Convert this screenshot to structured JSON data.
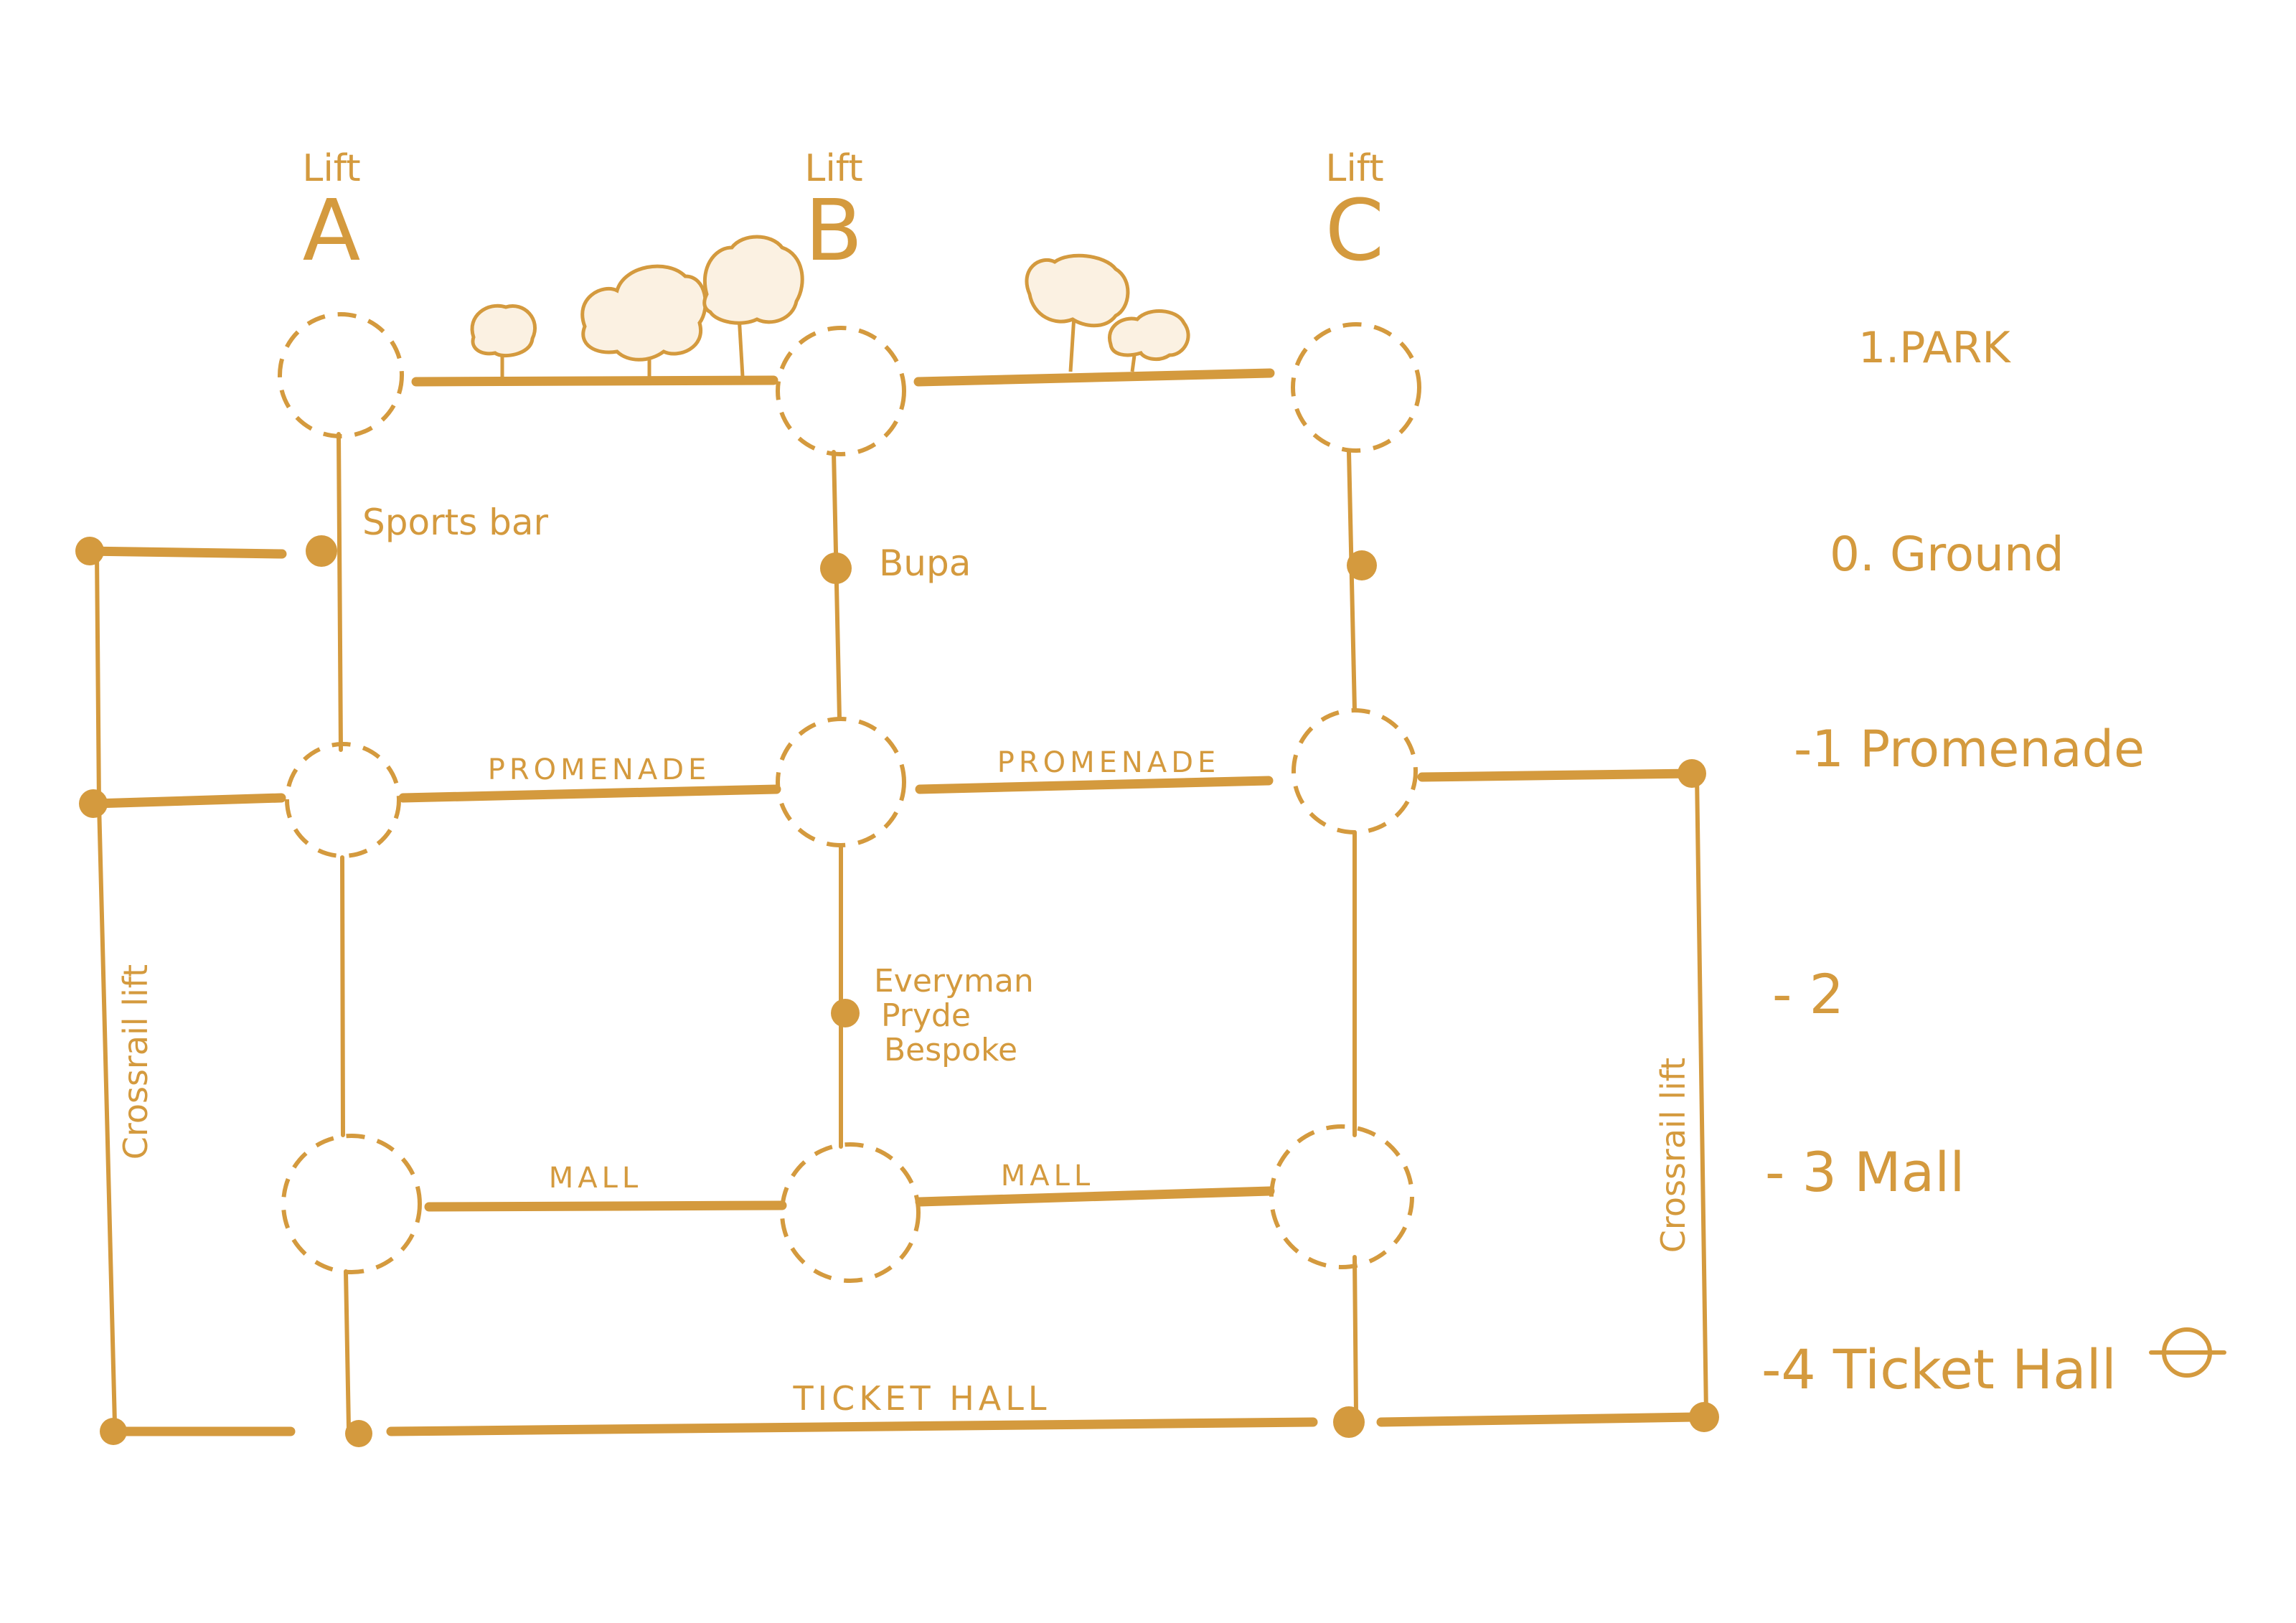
{
  "colors": {
    "ink": "#d49a3e",
    "paper": "#ffffff"
  },
  "lifts": [
    {
      "small": "Lift",
      "big": "A"
    },
    {
      "small": "Lift",
      "big": "B"
    },
    {
      "small": "Lift",
      "big": "C"
    }
  ],
  "levels": [
    {
      "label": "1.PARK"
    },
    {
      "label": "0. Ground"
    },
    {
      "label": "-1 Promenade"
    },
    {
      "label": "- 2"
    },
    {
      "label": "- 3 Mall"
    },
    {
      "label": "-4 Ticket Hall"
    }
  ],
  "underground_icon": "underground-roundel-icon",
  "corridors": {
    "promenade_left": "PROMENADE",
    "promenade_right": "PROMENADE",
    "mall_left": "MALL",
    "mall_right": "MALL",
    "ticket_hall": "TICKET HALL"
  },
  "stops": {
    "sports_bar": "Sports bar",
    "bupa": "Bupa",
    "shaft_b_minus2": [
      "Everyman",
      "Pryde",
      "Bespoke"
    ]
  },
  "crossrail": {
    "left": "Crossrail lift",
    "right": "Crossrail lift"
  }
}
